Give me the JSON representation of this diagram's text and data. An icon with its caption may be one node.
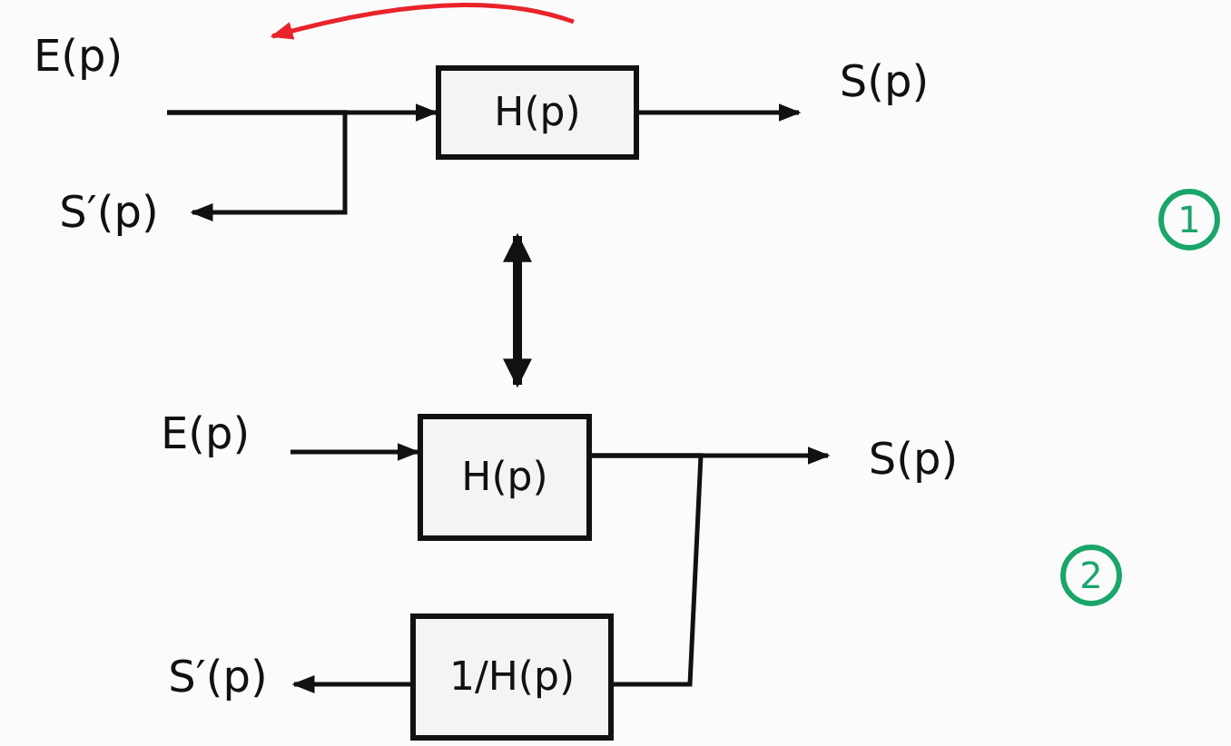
{
  "diagram": {
    "nodes": [
      {
        "text": [
          "E(p)"
        ]
      },
      {
        "text": [
          "H(p)"
        ]
      },
      {
        "text": [
          "S(p)"
        ]
      },
      {
        "text": [
          "S′(p)"
        ]
      },
      {
        "text": [
          "E(p)"
        ]
      },
      {
        "text": [
          "H(p)"
        ]
      },
      {
        "text": [
          "S(p)"
        ]
      },
      {
        "text": [
          "1/H(p)"
        ]
      },
      {
        "text": [
          "S′(p)"
        ]
      },
      {
        "text": [
          "1"
        ]
      },
      {
        "text": [
          "2"
        ]
      }
    ],
    "edges": [
      {
        "from": 0,
        "to": 1,
        "arrow": "to"
      },
      {
        "from": 0,
        "to": 3,
        "arrow": "to"
      },
      {
        "from": 1,
        "to": 2,
        "arrow": "to"
      },
      {
        "from": 1,
        "to": null,
        "arrow": "to",
        "color": "#e8242a"
      },
      {
        "from": 1,
        "to": 5,
        "arrow": "both",
        "style": "thick"
      },
      {
        "from": 4,
        "to": 5,
        "arrow": "to"
      },
      {
        "from": 5,
        "to": 6,
        "arrow": "to"
      },
      {
        "from": 5,
        "to": 7,
        "arrow": "none"
      },
      {
        "from": 7,
        "to": 8,
        "arrow": "to"
      }
    ]
  }
}
